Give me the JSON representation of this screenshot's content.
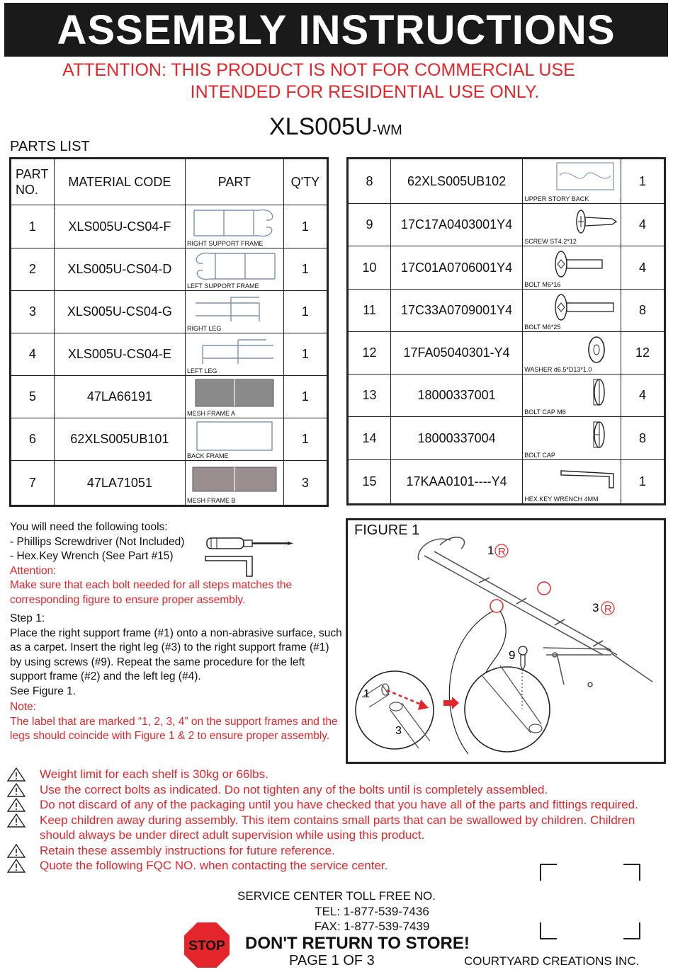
{
  "header": {
    "title": "ASSEMBLY   INSTRUCTIONS",
    "attention_line1": "ATTENTION: THIS PRODUCT IS NOT FOR COMMERCIAL USE",
    "attention_line2": "INTENDED FOR RESIDENTIAL USE ONLY.",
    "model": "XLS005U",
    "model_suffix": "-WM"
  },
  "parts_list": {
    "title": "PARTS LIST",
    "columns": {
      "no_line1": "PART",
      "no_line2": "NO.",
      "code": "MATERIAL CODE",
      "part": "PART",
      "qty": "Q'TY"
    },
    "left": [
      {
        "no": "1",
        "code": "XLS005U-CS04-F",
        "caption": "RIGHT SUPPORT FRAME",
        "qty": "1",
        "icon": "support-frame-right"
      },
      {
        "no": "2",
        "code": "XLS005U-CS04-D",
        "caption": "LEFT SUPPORT FRAME",
        "qty": "1",
        "icon": "support-frame-left"
      },
      {
        "no": "3",
        "code": "XLS005U-CS04-G",
        "caption": "RIGHT LEG",
        "qty": "1",
        "icon": "leg-right"
      },
      {
        "no": "4",
        "code": "XLS005U-CS04-E",
        "caption": "LEFT LEG",
        "qty": "1",
        "icon": "leg-left"
      },
      {
        "no": "5",
        "code": "47LA66191",
        "caption": "MESH FRAME A",
        "qty": "1",
        "icon": "mesh-frame-a"
      },
      {
        "no": "6",
        "code": "62XLS005UB101",
        "caption": "BACK FRAME",
        "qty": "1",
        "icon": "back-frame"
      },
      {
        "no": "7",
        "code": "47LA71051",
        "caption": "MESH FRAME B",
        "qty": "3",
        "icon": "mesh-frame-b"
      }
    ],
    "right": [
      {
        "no": "8",
        "code": "62XLS005UB102",
        "caption": "UPPER STORY BACK",
        "qty": "1",
        "icon": "upper-story-back"
      },
      {
        "no": "9",
        "code": "17C17A0403001Y4",
        "caption": "SCREW ST4.2*12",
        "qty": "4",
        "icon": "screw"
      },
      {
        "no": "10",
        "code": "17C01A0706001Y4",
        "caption": "BOLT M6*16",
        "qty": "4",
        "icon": "bolt-short"
      },
      {
        "no": "11",
        "code": "17C33A0709001Y4",
        "caption": "BOLT M6*25",
        "qty": "8",
        "icon": "bolt-long"
      },
      {
        "no": "12",
        "code": "17FA05040301-Y4",
        "caption": "WASHER d6.5*D13*1.0",
        "qty": "12",
        "icon": "washer"
      },
      {
        "no": "13",
        "code": "18000337001",
        "caption": "BOLT CAP M6",
        "qty": "4",
        "icon": "bolt-cap-m6"
      },
      {
        "no": "14",
        "code": "18000337004",
        "caption": "BOLT CAP",
        "qty": "8",
        "icon": "bolt-cap"
      },
      {
        "no": "15",
        "code": "17KAA0101----Y4",
        "caption": "HEX.KEY WRENCH 4MM",
        "qty": "1",
        "icon": "hex-key"
      }
    ]
  },
  "tools": {
    "intro": "You will need the following tools:",
    "tool1": "- Phillips Screwdriver (Not Included)",
    "tool2": "- Hex.Key Wrench (See Part #15)",
    "attention_title": "Attention:",
    "attention_text": "Make sure that each bolt needed for all steps matches the corresponding figure to ensure proper assembly.",
    "step_title": "Step 1:",
    "step_text": "Place the right support frame (#1) onto a non-abrasive surface, such as a carpet. Insert the right leg (#3) to the right support frame (#1) by using screws (#9). Repeat the same procedure for the left support frame (#2) and the left leg (#4).",
    "step_ref": "See Figure 1.",
    "note_title": "Note:",
    "note_text": "The label that are marked “1, 2, 3, 4” on the support frames and the legs should coincide with Figure 1 & 2 to ensure proper assembly."
  },
  "figure": {
    "title": "FIGURE 1",
    "label1": "1",
    "label3": "3",
    "label9": "9",
    "detail1": "1",
    "detail3": "3",
    "r_mark": "R"
  },
  "warnings": [
    "Weight limit for each shelf is 30kg or 66lbs.",
    "Use the correct bolts as indicated. Do not tighten any of the bolts until is completely assembled.",
    "Do not discard of any of the packaging until you have checked that you have all of the parts and fittings required.",
    "Keep children away during assembly. This item contains small parts that can be swallowed by children. Children should always be under direct adult supervision while using this product.",
    "Retain these assembly instructions for future reference.",
    "Quote the following FQC NO. when contacting the service center."
  ],
  "service": {
    "title": "SERVICE CENTER TOLL FREE NO.",
    "tel": "TEL: 1-877-539-7436",
    "fax": "FAX: 1-877-539-7439"
  },
  "footer": {
    "stop": "STOP",
    "dont_return": "DON'T RETURN TO STORE!",
    "page": "PAGE 1 OF 3",
    "company": "COURTYARD CREATIONS INC."
  }
}
